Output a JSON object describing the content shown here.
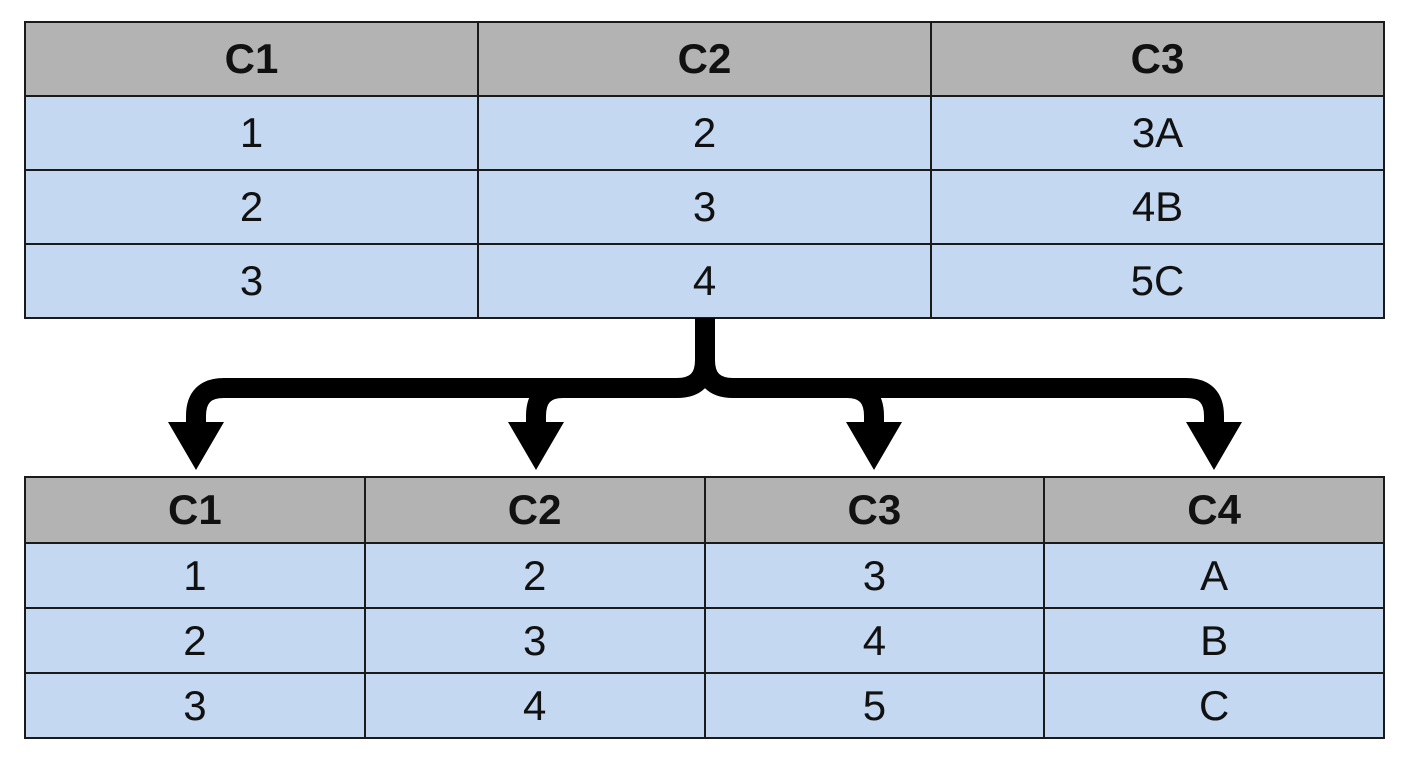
{
  "source_table": {
    "headers": [
      "C1",
      "C2",
      "C3"
    ],
    "rows": [
      [
        "1",
        "2",
        "3A"
      ],
      [
        "2",
        "3",
        "4B"
      ],
      [
        "3",
        "4",
        "5C"
      ]
    ]
  },
  "result_table": {
    "headers": [
      "C1",
      "C2",
      "C3",
      "C4"
    ],
    "rows": [
      [
        "1",
        "2",
        "3",
        "A"
      ],
      [
        "2",
        "3",
        "4",
        "B"
      ],
      [
        "3",
        "4",
        "5",
        "C"
      ]
    ]
  },
  "colors": {
    "header_fill": "#b3b3b3",
    "cell_fill": "#c5d8f1",
    "border": "#1a1a1a",
    "arrow": "#000000"
  }
}
